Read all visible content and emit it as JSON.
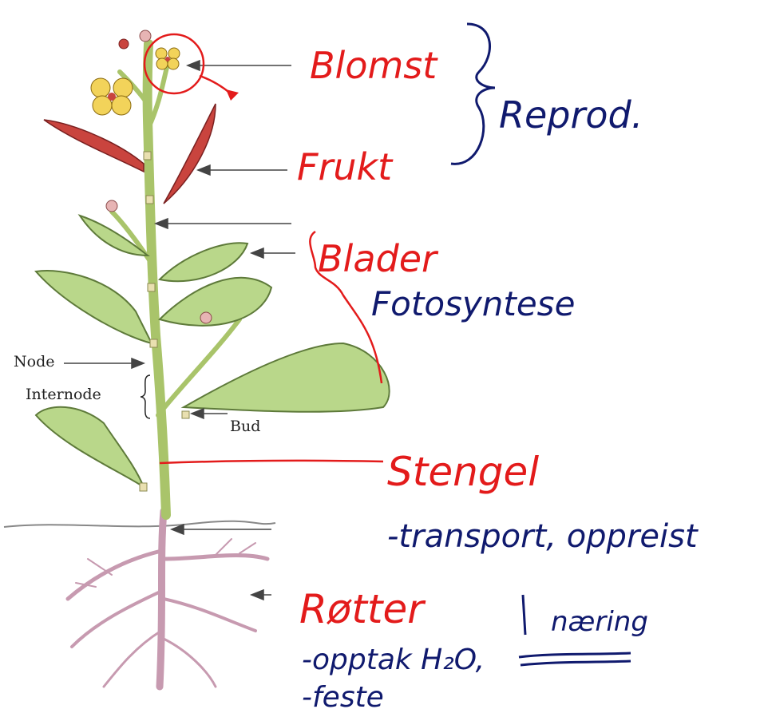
{
  "printed_labels": {
    "node": "Node",
    "internode": "Internode",
    "bud": "Bud"
  },
  "annotations": {
    "flower": "Blomst",
    "fruit": "Frukt",
    "reproduction": "Reprod.",
    "leaves": "Blader",
    "photosynthesis": "Fotosyntese",
    "stem": "Stengel",
    "stem_function": "-transport, oppreist",
    "roots": "Røtter",
    "nutrients": "næring",
    "roots_function_1": "-opptak H₂O,",
    "roots_function_2": "-feste"
  },
  "colors": {
    "annotation_red": "#e31b1b",
    "annotation_blue": "#101a6e",
    "leaf": "#b9d78a",
    "stem": "#a9c46a",
    "root": "#c79ab0",
    "flower": "#f2d35a",
    "fruit": "#c9443e"
  }
}
